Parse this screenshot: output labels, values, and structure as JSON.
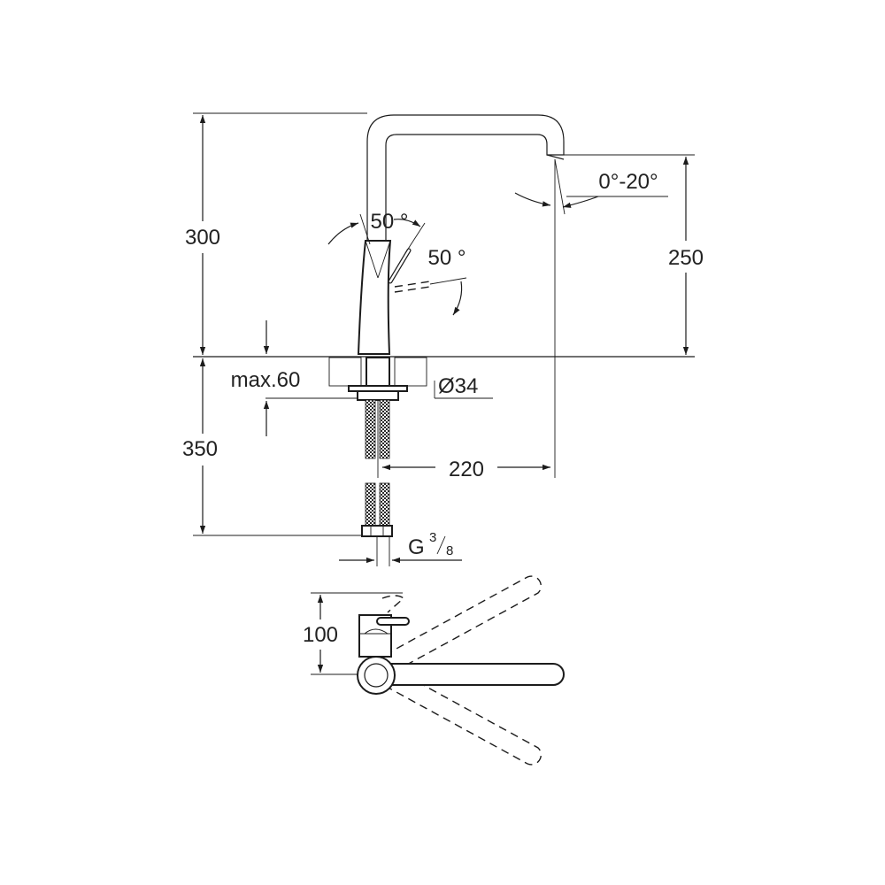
{
  "dimensions": {
    "total_height": "300",
    "spout_height": "250",
    "below_counter_length": "350",
    "max_counter_thickness": "max.60",
    "hole_diameter": "Ø34",
    "spout_reach": "220",
    "thread_main": "G",
    "thread_numerator": "3",
    "thread_denominator": "8",
    "top_depth": "100"
  },
  "angles": {
    "lever_rotation": "50 °",
    "lever_lift": "50 °",
    "spout_tilt": "0°-20°"
  },
  "colors": {
    "line": "#1c1c1c",
    "text": "#222222",
    "background": "#ffffff"
  }
}
